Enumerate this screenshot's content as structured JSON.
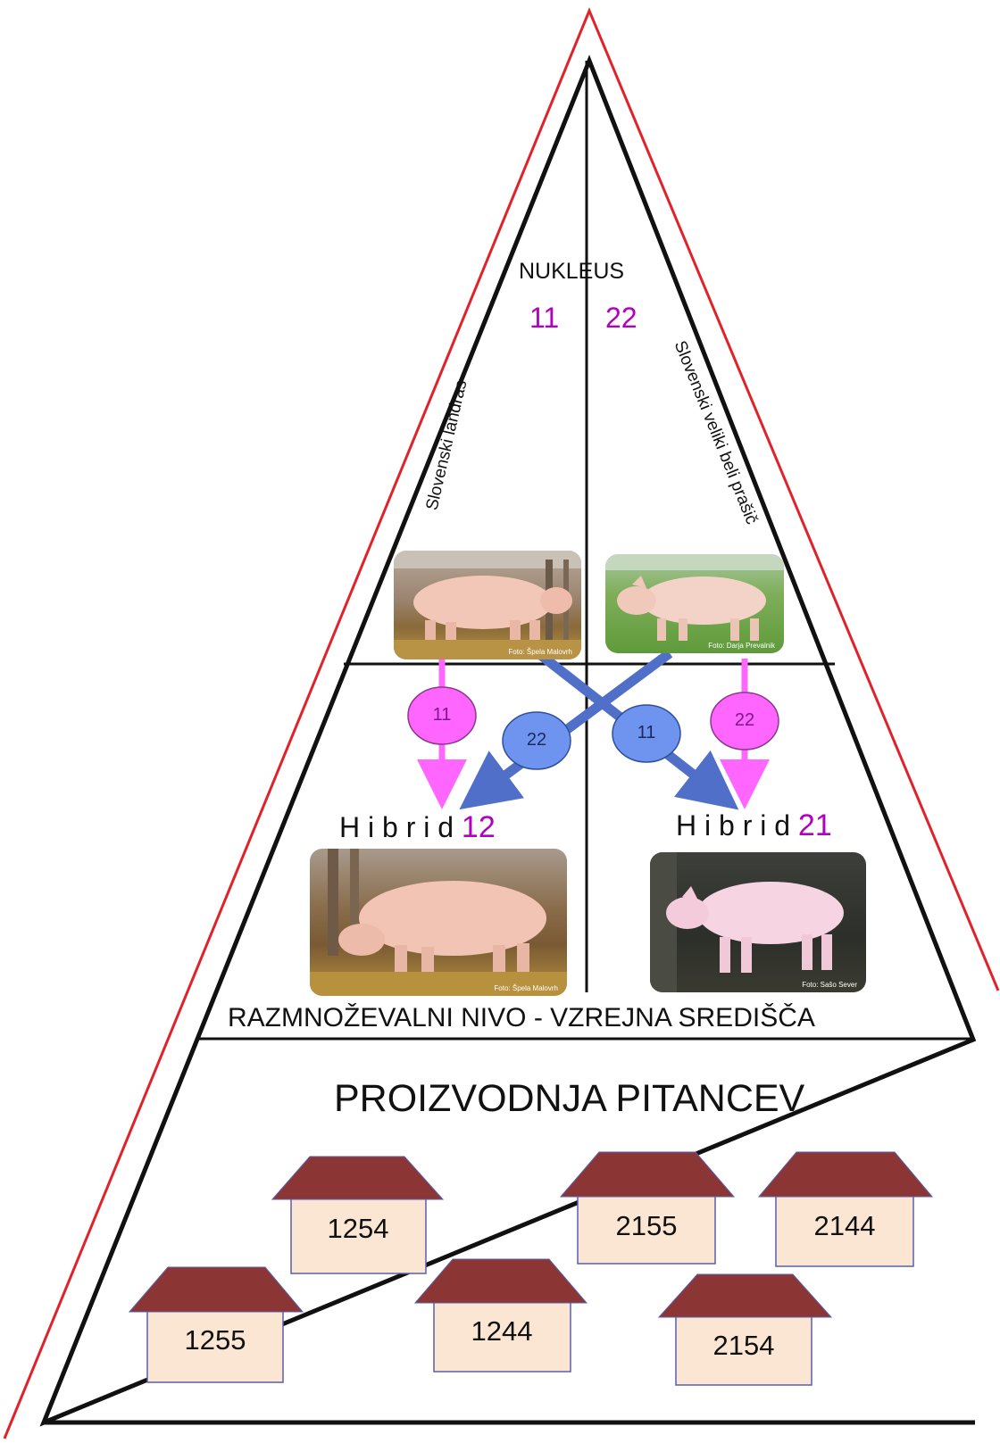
{
  "nucleus": {
    "title": "NUKLEUS",
    "left_code": "11",
    "right_code": "22"
  },
  "breeds": {
    "left": "Slovenski landras",
    "right": "Slovenski veliki beli prašič"
  },
  "photos": {
    "left_breed_credit": "Foto: Špela Malovrh",
    "right_breed_credit": "Foto: Darja Prevalnik",
    "hybrid12_credit": "Foto: Špela Malovrh",
    "hybrid21_credit": "Foto: Sašo Sever"
  },
  "arrows": {
    "left_pink": "11",
    "left_blue": "22",
    "right_blue": "11",
    "right_pink": "22"
  },
  "hybrids": {
    "left": {
      "word": "H i b r i d",
      "code": "12"
    },
    "right": {
      "word": "H i b r i d",
      "code": "21"
    }
  },
  "levels": {
    "breeding": "RAZMNOŽEVALNI NIVO - VZREJNA SREDIŠČA",
    "production": "PROIZVODNJA PITANCEV"
  },
  "houses": [
    "1254",
    "2155",
    "2144",
    "1255",
    "1244",
    "2154"
  ],
  "colors": {
    "outer_triangle": "#e0222a",
    "pink_arrow": "#ff66ff",
    "blue_arrow": "#4f6fc8",
    "code_purple": "#b000c0",
    "roof": "#8b3535",
    "house_body": "#fbe6d4"
  }
}
